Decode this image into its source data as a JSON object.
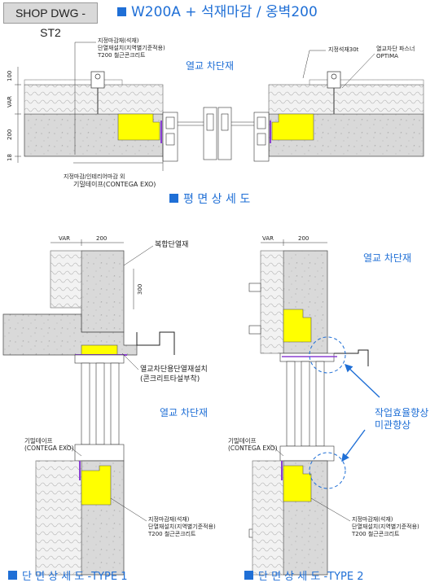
{
  "header": {
    "badge": "SHOP DWG - ST2",
    "title": "W200A + 석재마감 / 옹벽200"
  },
  "plan": {
    "label_center": "열교 차단재",
    "caption": "평 면 상 세 도",
    "notes_left": [
      "지정마감재(석재)",
      "단열재설치(지역별기준적용)",
      "T200 철근콘크리트"
    ],
    "note_stone": "지정석재30t",
    "note_fastener": [
      "열교차단 파스너",
      "OPTIMA"
    ],
    "note_bottom": [
      "지정마감/인테리어마감 외",
      "기밀테이프(CONTEGA EXO)"
    ],
    "dims": {
      "d100": "100",
      "dvar": "VAR",
      "d200": "200",
      "d18": "18"
    }
  },
  "section1": {
    "dim_var": "VAR",
    "dim_200": "200",
    "dim_300": "300",
    "label_composite": "복합단열재",
    "label_install": [
      "열교차단용단열재설치",
      "(콘크리트타설부착)"
    ],
    "label_center": "열교 차단재",
    "tape": [
      "기밀테이프",
      "(CONTEGA EXO)"
    ],
    "notes": [
      "지정마감재(석재)",
      "단열재설치(지역별기준적용)",
      "T200 철근콘크리트"
    ],
    "caption": "단 면 상 세 도 -TYPE 1"
  },
  "section2": {
    "dim_var": "VAR",
    "dim_200": "200",
    "label_center": "열교 차단재",
    "callout": [
      "작업효율향상",
      "미관향상"
    ],
    "tape": [
      "기밀테이프",
      "(CONTEGA EXO)"
    ],
    "notes": [
      "지정마감재(석재)",
      "단열재설치(지역별기준적용)",
      "T200 철근콘크리트"
    ],
    "caption": "단 면 상 세 도 -TYPE 2"
  },
  "colors": {
    "accent": "#1f6fd6",
    "insulation": "#ffff00",
    "concrete": "#d9d9d9",
    "membrane": "#8a3fd1"
  }
}
